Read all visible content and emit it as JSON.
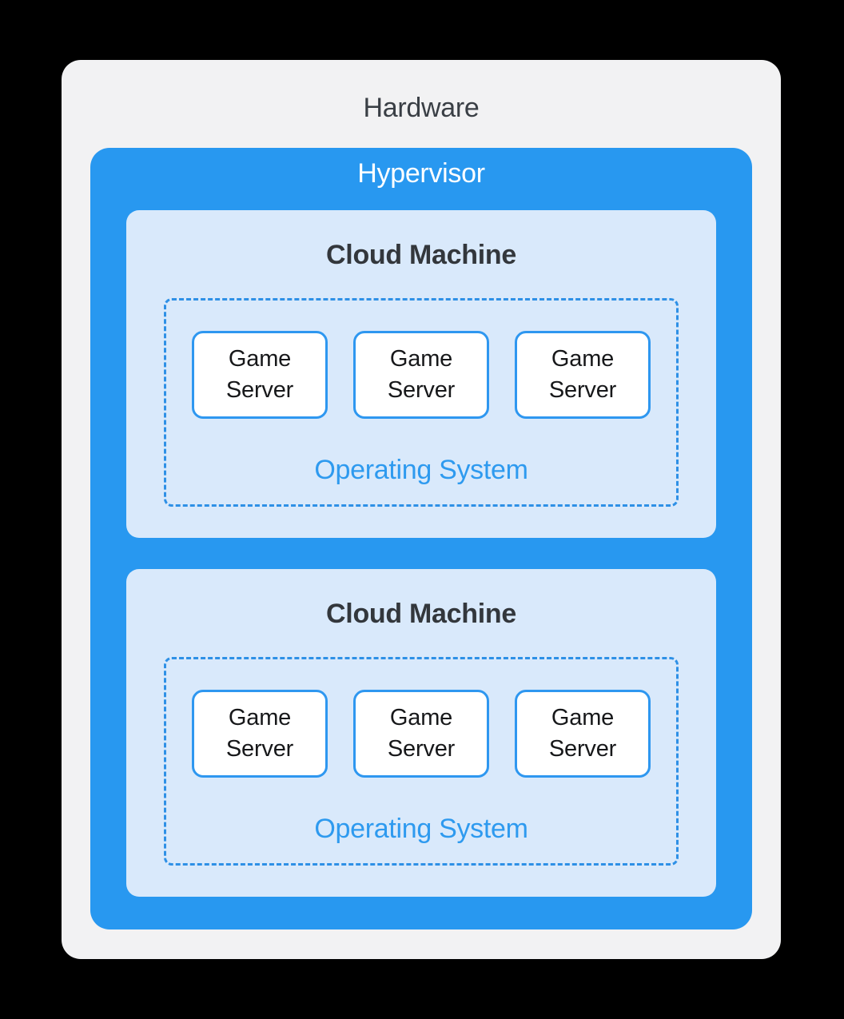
{
  "colors": {
    "page_background": "#000000",
    "hardware_fill": "#F2F2F3",
    "hypervisor_fill": "#2898F0",
    "cloud_machine_fill": "#D9E9FB",
    "server_fill": "#FFFFFF",
    "server_border": "#2E97F0",
    "os_dash_border": "#2E90E6",
    "os_text": "#2E9AEF",
    "hardware_text": "#3A3F45",
    "cloud_machine_text": "#33373C",
    "server_text": "#17181A",
    "hypervisor_text": "#FFFFFF"
  },
  "diagram": {
    "hardware": {
      "label": "Hardware"
    },
    "hypervisor": {
      "label": "Hypervisor"
    },
    "cloud_machines": [
      {
        "label": "Cloud Machine",
        "os_label": "Operating System",
        "servers": [
          {
            "label": "Game Server"
          },
          {
            "label": "Game Server"
          },
          {
            "label": "Game Server"
          }
        ]
      },
      {
        "label": "Cloud Machine",
        "os_label": "Operating System",
        "servers": [
          {
            "label": "Game Server"
          },
          {
            "label": "Game Server"
          },
          {
            "label": "Game Server"
          }
        ]
      }
    ]
  }
}
